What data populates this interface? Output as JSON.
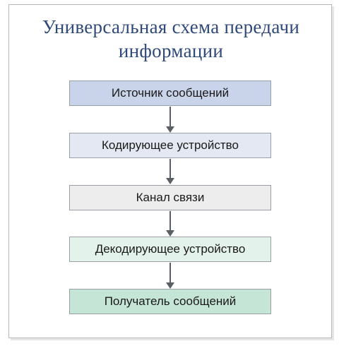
{
  "diagram": {
    "title_line1": "Универсальная схема передачи",
    "title_line2": "информации",
    "nodes": [
      {
        "label": "Источник сообщений",
        "fill": "#c9d3ea"
      },
      {
        "label": "Кодирующее устройство",
        "fill": "#e3e8f2"
      },
      {
        "label": "Канал связи",
        "fill": "#ededed"
      },
      {
        "label": "Декодирующее устройство",
        "fill": "#e3f2ea"
      },
      {
        "label": "Получатель сообщений",
        "fill": "#c5e5d6"
      }
    ],
    "edges": [
      {
        "from": "Источник сообщений",
        "to": "Кодирующее устройство"
      },
      {
        "from": "Кодирующее устройство",
        "to": "Канал связи"
      },
      {
        "from": "Канал связи",
        "to": "Декодирующее устройство"
      },
      {
        "from": "Декодирующее устройство",
        "to": "Получатель сообщений"
      }
    ],
    "colors": {
      "title": "#2f4a7a",
      "border": "#9a9fa6",
      "arrow": "#5a5f66"
    }
  }
}
